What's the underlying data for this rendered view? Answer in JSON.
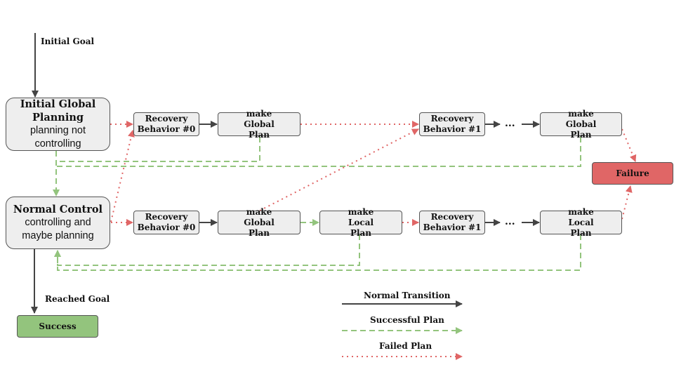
{
  "labels": {
    "initial_goal": "Initial Goal",
    "reached_goal": "Reached Goal"
  },
  "nodes": {
    "initial_global_planning": {
      "title": "Initial Global Planning",
      "subtitle": "planning not controlling"
    },
    "normal_control": {
      "title": "Normal Control",
      "subtitle": "controlling and maybe planning"
    },
    "top_recovery_0": "Recovery Behavior #0",
    "top_make_global_plan_1": "make Global Plan",
    "top_recovery_1": "Recovery Behavior #1",
    "top_make_global_plan_2": "make Global Plan",
    "top_ellipsis": "...",
    "bottom_recovery_0": "Recovery Behavior #0",
    "bottom_make_global_plan": "make Global Plan",
    "bottom_make_local_plan_1": "make Local Plan",
    "bottom_recovery_1": "Recovery Behavior #1",
    "bottom_make_local_plan_2": "make Local Plan",
    "bottom_ellipsis": "...",
    "failure": "Failure",
    "success": "Success"
  },
  "legend": {
    "normal_transition": "Normal Transition",
    "successful_plan": "Successful Plan",
    "failed_plan": "Failed Plan"
  },
  "colors": {
    "normal": "#444444",
    "success": "#93c47d",
    "failure": "#e06666",
    "node_fill": "#eeeeee"
  }
}
